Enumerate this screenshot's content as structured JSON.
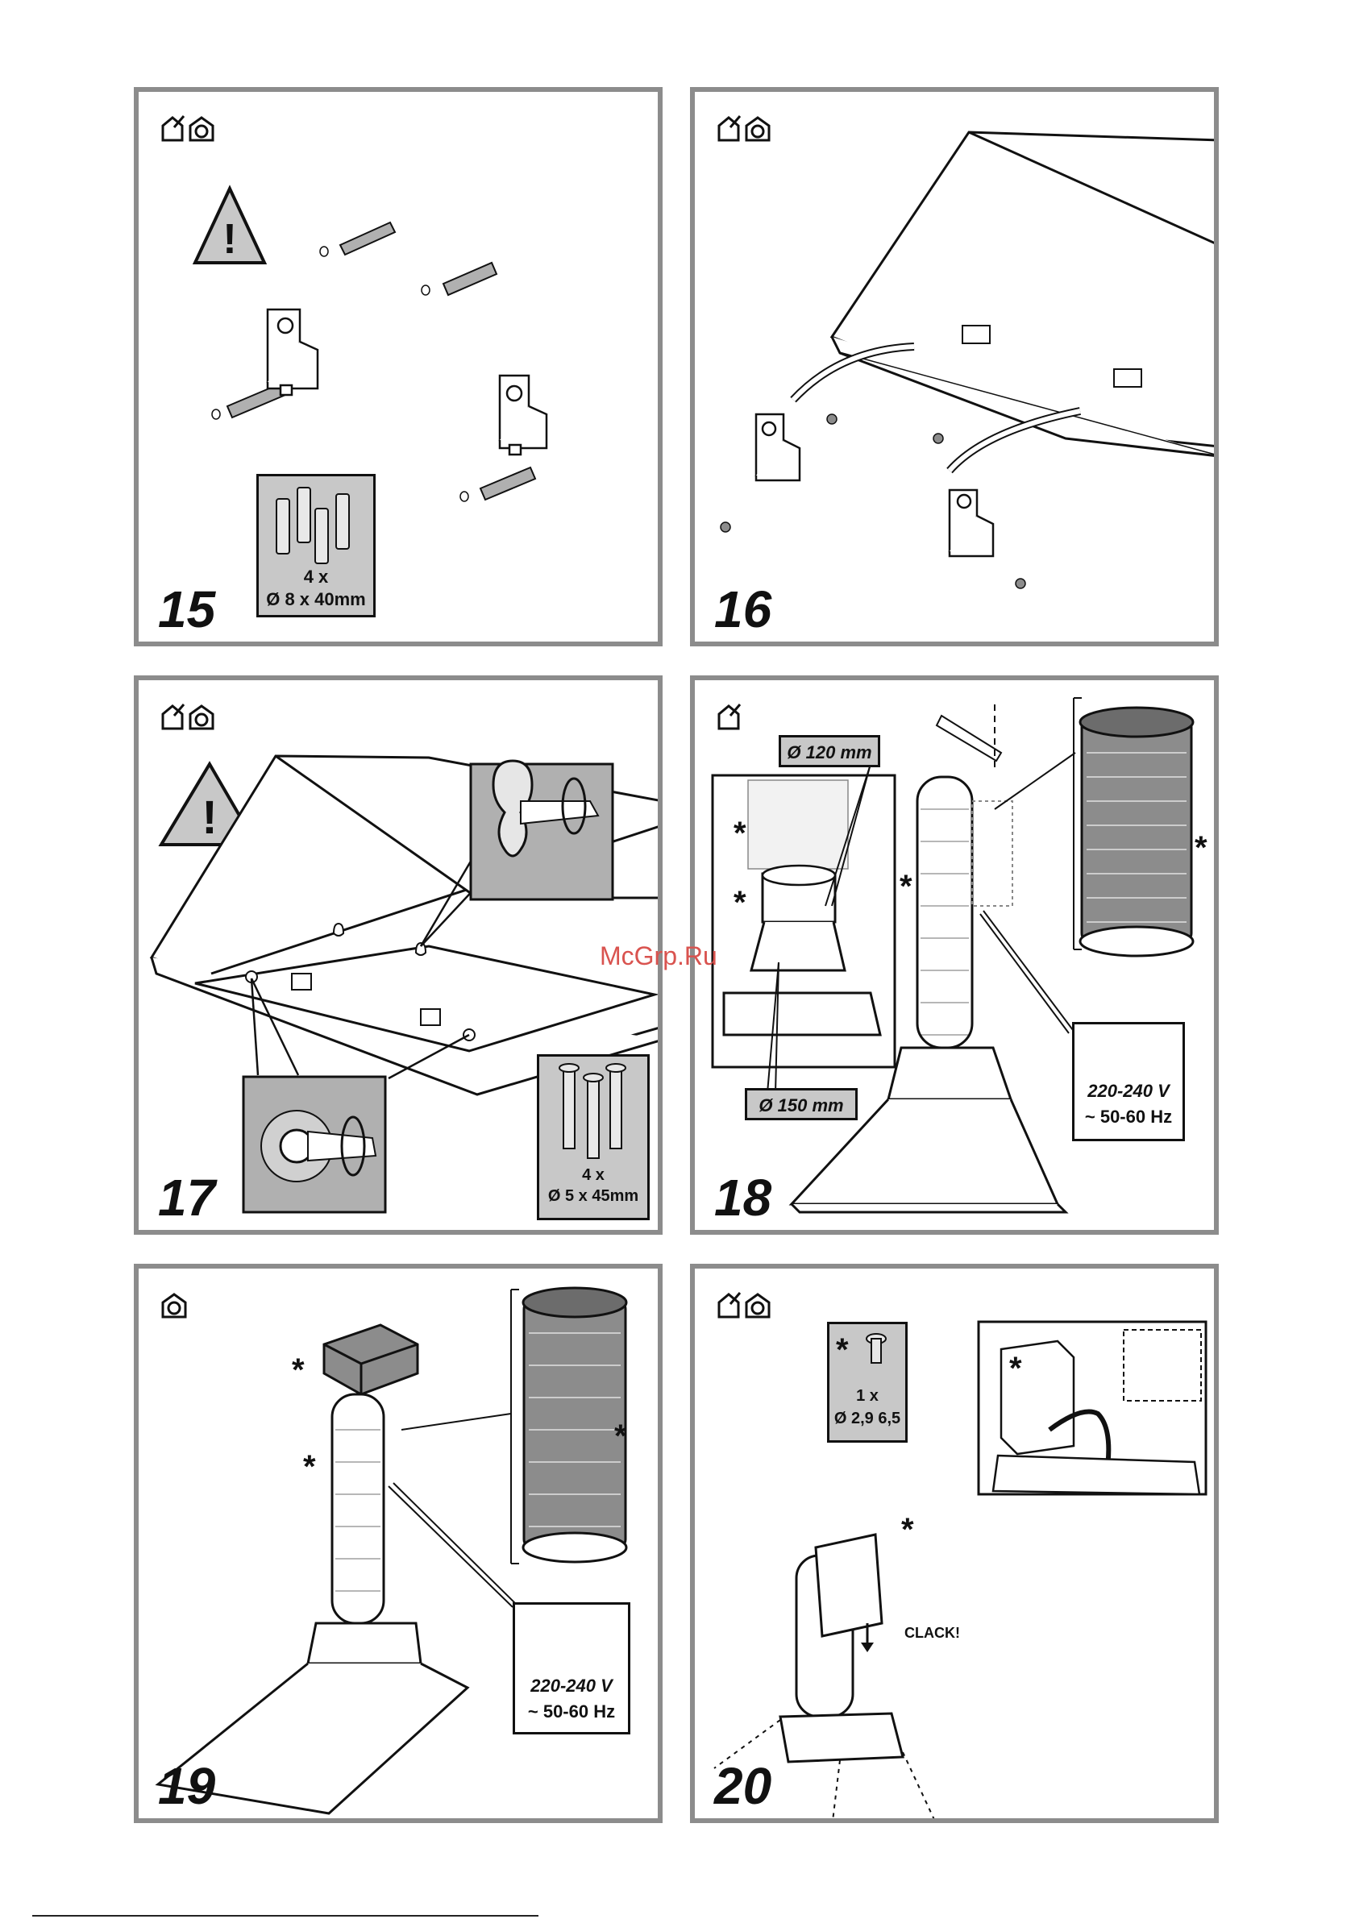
{
  "panels": [
    {
      "step": "15",
      "kit": {
        "qty": "4 x",
        "size": "Ø 8 x 40mm"
      }
    },
    {
      "step": "16"
    },
    {
      "step": "17",
      "kit": {
        "qty": "4 x",
        "size": "Ø 5 x 45mm"
      }
    },
    {
      "step": "18",
      "duct_small": "Ø 120 mm",
      "duct_large": "Ø 150 mm",
      "voltage": "220-240 V",
      "frequency": "~ 50-60 Hz",
      "star": "*"
    },
    {
      "step": "19",
      "voltage": "220-240 V",
      "frequency": "~ 50-60 Hz",
      "star": "*"
    },
    {
      "step": "20",
      "kit": {
        "qty": "1 x",
        "size": "Ø 2,9 6,5"
      },
      "clack": "CLACK!",
      "star": "*"
    }
  ],
  "watermark": "McGrp.Ru",
  "icons": {
    "install_icon": "house-install-icon",
    "recirc_icon": "house-recirculation-icon",
    "warning_icon": "warning-triangle-icon",
    "lightning_icon": "lightning-icon"
  },
  "colors": {
    "frame": "#8c8c8c",
    "panel_fill": "#c8c8c8",
    "watermark": "#d9534f"
  }
}
